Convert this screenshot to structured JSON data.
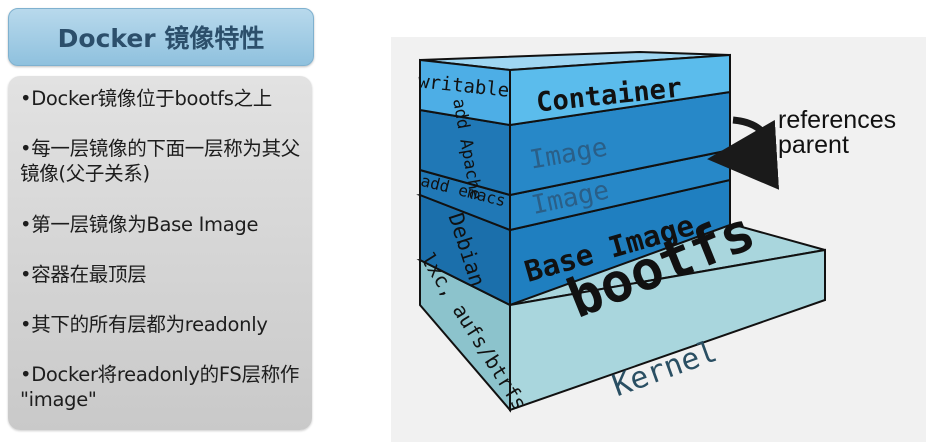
{
  "title": "Docker 镜像特性",
  "bullets": [
    "•Docker镜像位于bootfs之上",
    "•每一层镜像的下面一层称为其父镜像(父子关系)",
    "•第一层镜像为Base Image",
    "•容器在最顶层",
    "•其下的所有层都为readonly",
    "•Docker将readonly的FS层称作 \"image\""
  ],
  "diagram": {
    "container_side": "writable",
    "container_front": "Container",
    "apache_side": "add Apache",
    "apache_front": "Image",
    "emacs_side": "add emacs",
    "emacs_front": "Image",
    "debian_side": "Debian",
    "debian_front": "Base Image",
    "bootfs_top": "bootfs",
    "kernel_side": "lxc, aufs/btrfs",
    "kernel_front": "Kernel",
    "references_line1": "references",
    "references_line2": "parent"
  }
}
